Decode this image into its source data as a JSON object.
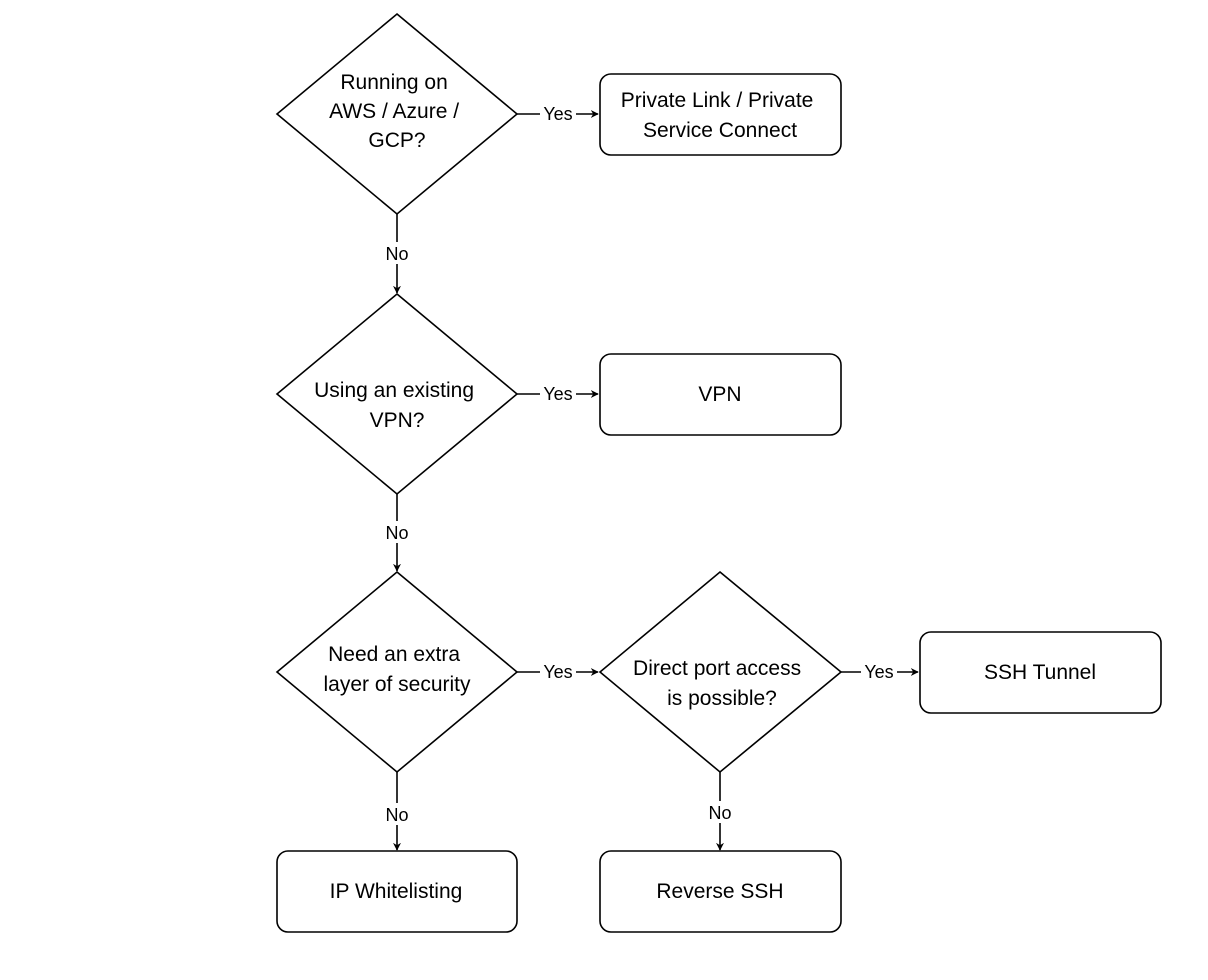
{
  "flowchart": {
    "decisions": [
      {
        "id": "d1",
        "lines": [
          "Running on",
          "AWS / Azure /",
          "GCP?"
        ]
      },
      {
        "id": "d2",
        "lines": [
          "Using an existing",
          "VPN?"
        ]
      },
      {
        "id": "d3",
        "lines": [
          "Need an extra",
          "layer of security"
        ]
      },
      {
        "id": "d4",
        "lines": [
          "Direct port access",
          "is possible?"
        ]
      }
    ],
    "outcomes": [
      {
        "id": "o1",
        "lines": [
          "Private Link / Private",
          "Service Connect"
        ]
      },
      {
        "id": "o2",
        "lines": [
          "VPN"
        ]
      },
      {
        "id": "o3",
        "lines": [
          "SSH Tunnel"
        ]
      },
      {
        "id": "o4",
        "lines": [
          "IP Whitelisting"
        ]
      },
      {
        "id": "o5",
        "lines": [
          "Reverse SSH"
        ]
      }
    ],
    "edge_labels": {
      "yes": "Yes",
      "no": "No"
    }
  }
}
